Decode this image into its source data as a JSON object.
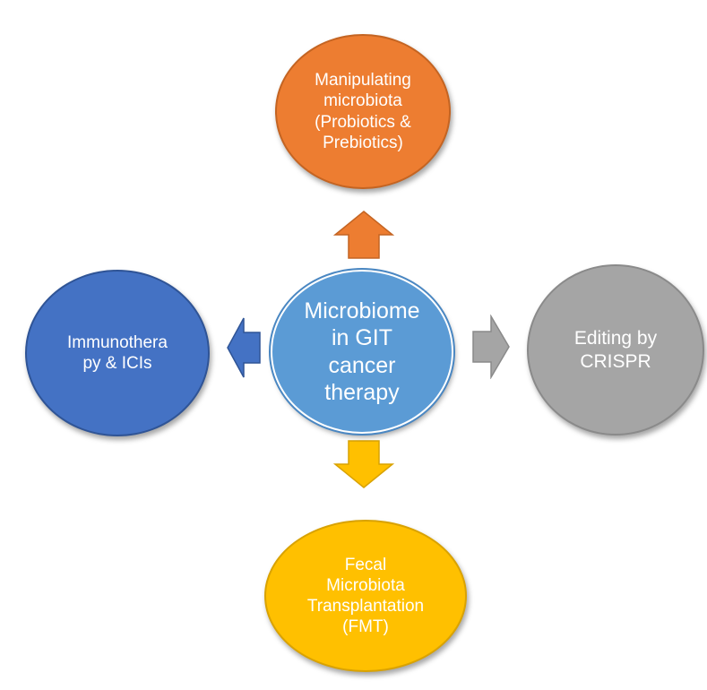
{
  "center": {
    "label": "Microbiome\nin GIT\ncancer\ntherapy",
    "color": "#5b9bd5"
  },
  "nodes": {
    "top": {
      "label": "Manipulating\nmicrobiota\n(Probiotics &\nPrebiotics)",
      "color": "#ed7d31"
    },
    "left": {
      "label": "Immunothera\npy & ICIs",
      "color": "#4472c4"
    },
    "right": {
      "label": "Editing by\nCRISPR",
      "color": "#a5a5a5"
    },
    "bottom": {
      "label": "Fecal\nMicrobiota\nTransplantation\n(FMT)",
      "color": "#ffc000"
    }
  },
  "arrows": {
    "up": {
      "direction": "up",
      "color": "#ed7d31"
    },
    "left": {
      "direction": "left",
      "color": "#4472c4"
    },
    "right": {
      "direction": "right",
      "color": "#a5a5a5"
    },
    "down": {
      "direction": "down",
      "color": "#ffc000"
    }
  }
}
